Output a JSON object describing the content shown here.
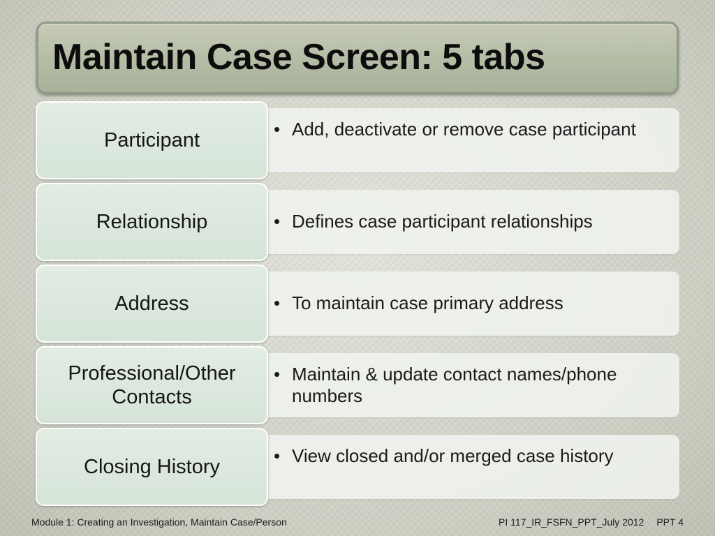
{
  "slide": {
    "title": "Maintain Case Screen:  5 tabs",
    "tabs": [
      {
        "name": "Participant",
        "description": "Add, deactivate or remove case participant"
      },
      {
        "name": "Relationship",
        "description": "Defines case participant relationships"
      },
      {
        "name": "Address",
        "description": "To maintain case primary address"
      },
      {
        "name": "Professional/Other Contacts",
        "description": "Maintain & update contact names/phone numbers"
      },
      {
        "name": "Closing History",
        "description": "View closed and/or merged case history"
      }
    ],
    "bullet_glyph": "•"
  },
  "footer": {
    "module": "Module 1: Creating an Investigation, Maintain Case/Person",
    "document_id": "PI 117_IR_FSFN_PPT_July 2012",
    "page": "PPT 4"
  },
  "colors": {
    "background": "#cfd0c4",
    "title_banner": "#b4bca5",
    "tab_fill": "#d6e4d8",
    "description_fill": "#eef2ed",
    "text": "#151515"
  }
}
